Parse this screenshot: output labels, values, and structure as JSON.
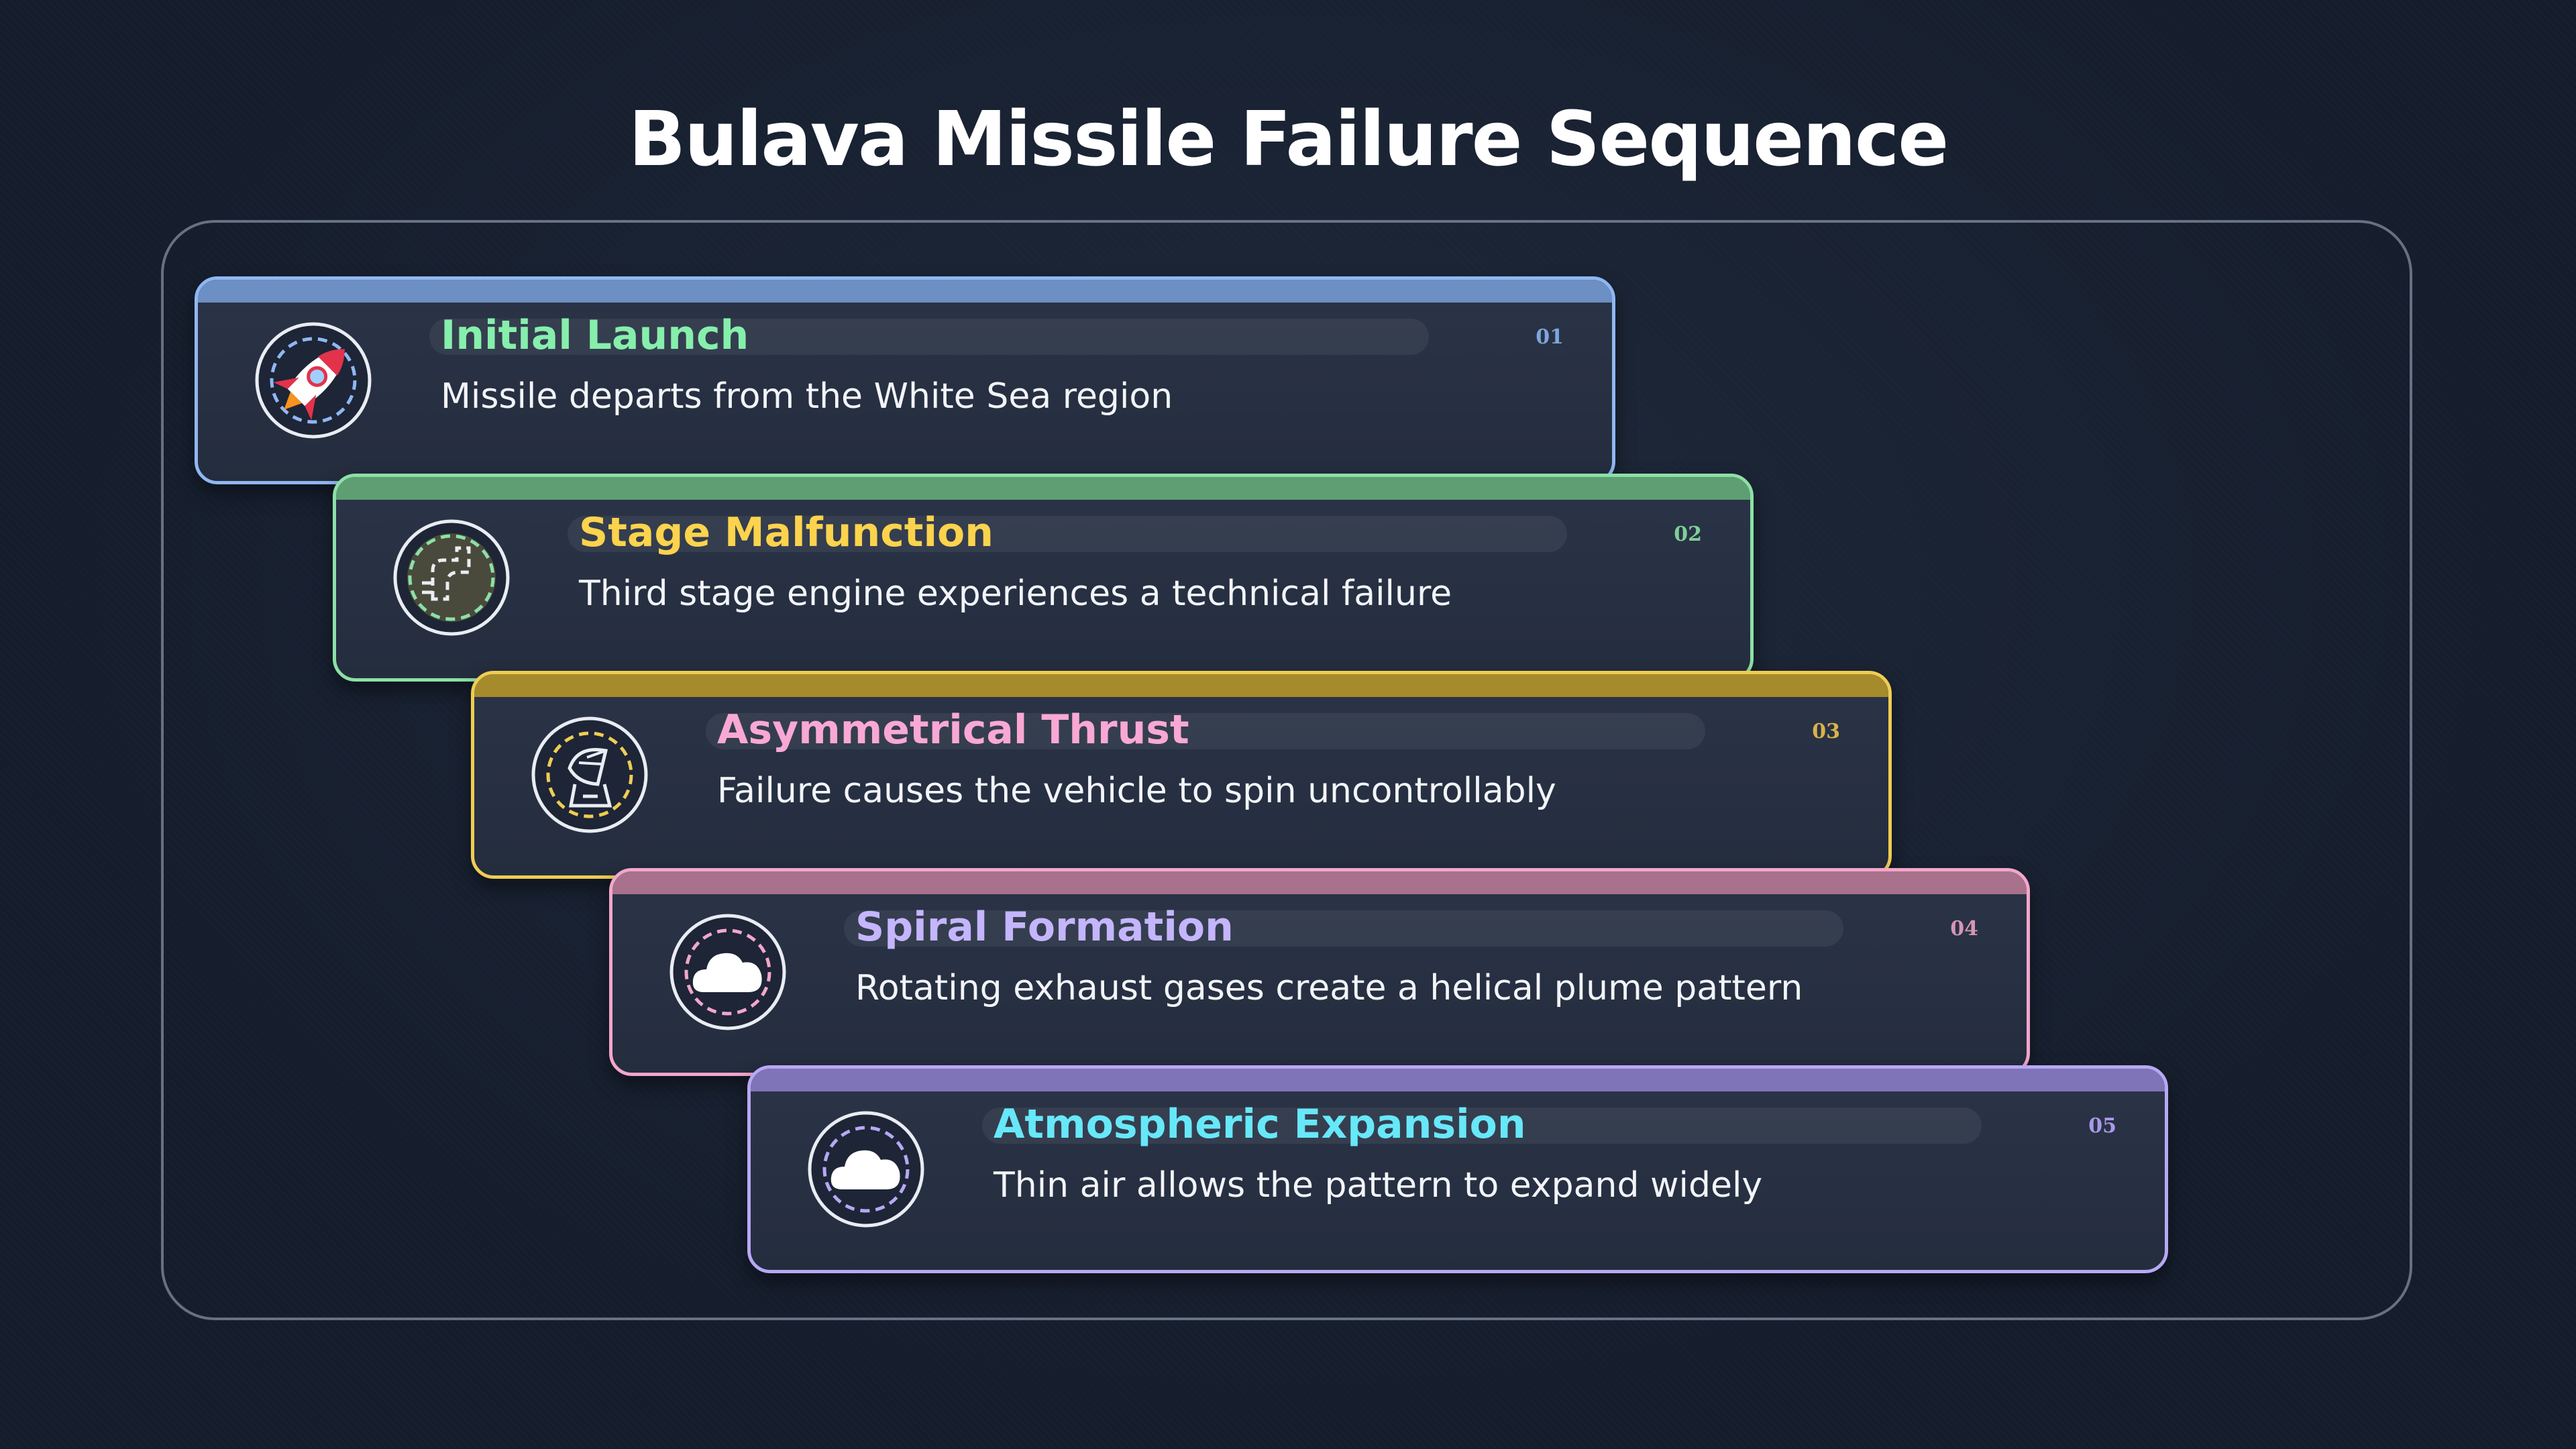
{
  "title": "Bulava Missile Failure Sequence",
  "steps": [
    {
      "number": "01",
      "heading": "Initial Launch",
      "description": "Missile departs from the White Sea region",
      "icon": "rocket-icon",
      "border": "#8fb7f2",
      "bar": "#6c8fc4",
      "heading_color": "#86efac",
      "num_color": "#7ea6dd"
    },
    {
      "number": "02",
      "heading": "Stage Malfunction",
      "description": "Third stage engine experiences a technical failure",
      "icon": "engine-icon",
      "border": "#8ce0a6",
      "bar": "#5f9e73",
      "heading_color": "#fcd34d",
      "num_color": "#7fcf98"
    },
    {
      "number": "03",
      "heading": "Asymmetrical Thrust",
      "description": "Failure causes the vehicle to spin uncontrollably",
      "icon": "thrust-icon",
      "border": "#f0cc54",
      "bar": "#a58b2c",
      "heading_color": "#f9a8d4",
      "num_color": "#d8b34a"
    },
    {
      "number": "04",
      "heading": "Spiral Formation",
      "description": "Rotating exhaust gases create a helical plume pattern",
      "icon": "cloud-icon",
      "border": "#f3a6cb",
      "bar": "#a8718c",
      "heading_color": "#c4b5fd",
      "num_color": "#d895b6"
    },
    {
      "number": "05",
      "heading": "Atmospheric Expansion",
      "description": "Thin air allows the pattern to expand widely",
      "icon": "cloud-icon",
      "border": "#b7a8f4",
      "bar": "#7f74b7",
      "heading_color": "#67e8f9",
      "num_color": "#a99ae8"
    }
  ]
}
